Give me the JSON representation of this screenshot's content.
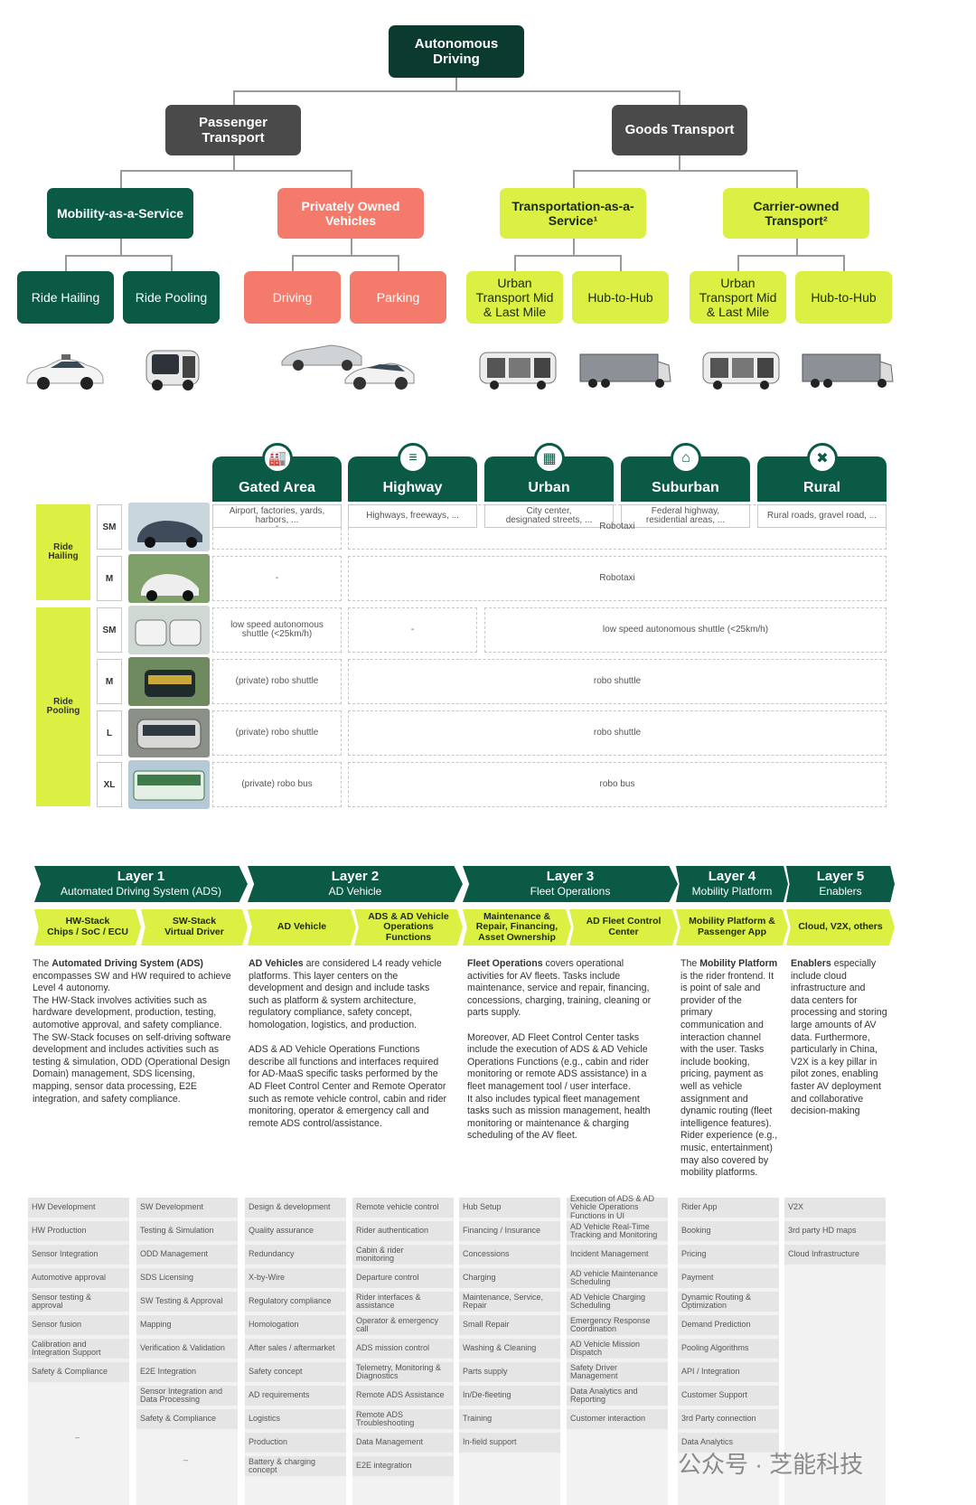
{
  "tree": {
    "root": "Autonomous\nDriving",
    "level1": [
      "Passenger\nTransport",
      "Goods Transport"
    ],
    "level2": [
      "Mobility-as-a-Service",
      "Privately Owned\nVehicles",
      "Transportation-as-a-\nService¹",
      "Carrier-owned\nTransport²"
    ],
    "level3": [
      "Ride Hailing",
      "Ride Pooling",
      "Driving",
      "Parking",
      "Urban\nTransport Mid\n& Last Mile",
      "Hub-to-Hub",
      "Urban\nTransport Mid\n& Last Mile",
      "Hub-to-Hub"
    ]
  },
  "environments": [
    {
      "name": "Gated Area",
      "desc": "Airport, factories, yards,\nharbors, ...",
      "icon": "factory-icon"
    },
    {
      "name": "Highway",
      "desc": "Highways, freeways, ...",
      "icon": "highway-icon"
    },
    {
      "name": "Urban",
      "desc": "City center,\ndesignated streets, ...",
      "icon": "city-icon"
    },
    {
      "name": "Suburban",
      "desc": "Federal highway,\nresidential areas, ...",
      "icon": "houses-icon"
    },
    {
      "name": "Rural",
      "desc": "Rural roads, gravel road, ...",
      "icon": "windmill-icon"
    }
  ],
  "matrix": {
    "ride_hailing_label": "Ride\nHailing",
    "ride_pooling_label": "Ride\nPooling",
    "rows": [
      {
        "size": "SM",
        "gated": "-",
        "rest": "Robotaxi"
      },
      {
        "size": "M",
        "gated": "-",
        "rest": "Robotaxi"
      },
      {
        "size": "SM",
        "gated": "low speed autonomous\nshuttle (<25km/h)",
        "highway": "-",
        "rest": "low speed autonomous shuttle (<25km/h)"
      },
      {
        "size": "M",
        "gated": "(private) robo shuttle",
        "rest": "robo shuttle"
      },
      {
        "size": "L",
        "gated": "(private) robo shuttle",
        "rest": "robo shuttle"
      },
      {
        "size": "XL",
        "gated": "(private) robo bus",
        "rest": "robo bus"
      }
    ]
  },
  "layers": [
    {
      "title": "Layer 1",
      "subtitle": "Automated Driving System (ADS)"
    },
    {
      "title": "Layer 2",
      "subtitle": "AD Vehicle"
    },
    {
      "title": "Layer 3",
      "subtitle": "Fleet Operations"
    },
    {
      "title": "Layer 4",
      "subtitle": "Mobility Platform"
    },
    {
      "title": "Layer 5",
      "subtitle": "Enablers"
    }
  ],
  "sublayers": [
    "HW-Stack\nChips / SoC / ECU",
    "SW-Stack\nVirtual Driver",
    "AD Vehicle",
    "ADS & AD Vehicle\nOperations\nFunctions",
    "Maintenance &\nRepair, Financing,\nAsset Ownership",
    "AD Fleet Control\nCenter",
    "Mobility Platform &\nPassenger App",
    "Cloud, V2X, others"
  ],
  "descriptions": {
    "d1_bold": "Automated Driving System (ADS)",
    "d1_pre": "The ",
    "d1_text": "\nencompasses SW and HW required to achieve\nLevel 4 autonomy.\nThe HW-Stack involves activities such as\nhardware development, production, testing,\nautomotive approval, and safety compliance.\nThe SW-Stack focuses on self-driving software\ndevelopment and includes activities such as\ntesting & simulation, ODD (Operational Design\nDomain) management, SDS licensing,\nmapping, sensor data processing, E2E\nintegration, and safety compliance.",
    "d2_bold": "AD Vehicles",
    "d2_text": " are considered L4 ready vehicle\nplatforms. This layer centers on the\ndevelopment and design and include tasks\nsuch as platform & system architecture,\nregulatory compliance, safety concept,\nhomologation, logistics, and production.\n\nADS & AD Vehicle Operations Functions\ndescribe all functions and interfaces required\nfor AD-MaaS specific tasks performed by the\nAD Fleet Control Center and Remote Operator\nsuch as remote vehicle control, cabin and rider\nmonitoring, operator & emergency call and\nremote ADS control/assistance.",
    "d3_bold": "Fleet Operations",
    "d3_text": " covers operational\nactivities for AV fleets. Tasks include\nmaintenance, service and repair, financing,\nconcessions, charging, training, cleaning or\nparts supply.\n\nMoreover, AD Fleet Control Center tasks\ninclude the execution of ADS & AD Vehicle\nOperations Functions (e.g., cabin and rider\nmonitoring or remote ADS assistance) in a\nfleet management tool / user interface.\nIt also includes typical fleet management\ntasks such as mission management, health\nmonitoring or maintenance & charging\nscheduling of the AV fleet.",
    "d4_pre": "The ",
    "d4_bold": "Mobility Platform",
    "d4_text": "\nis the rider frontend. It\nis point of sale and\nprovider of the\nprimary\ncommunication and\ninteraction channel\nwith the user. Tasks\ninclude booking,\npricing, payment as\nwell as vehicle\nassignment and\ndynamic routing (fleet\nintelligence features).\nRider experience (e.g.,\nmusic, entertainment)\nmay also covered by\nmobility platforms.",
    "d5_bold": "Enablers",
    "d5_text": " especially\ninclude cloud\ninfrastructure and\ndata centers for\nprocessing and storing\nlarge amounts of AV\ndata. Furthermore,\nparticularly in China,\nV2X is a key pillar in\npilot zones, enabling\nfaster AV deployment\nand collaborative\ndecision-making"
  },
  "activities": [
    [
      "HW Development",
      "HW Production",
      "Sensor Integration",
      "Automotive approval",
      "Sensor testing &\napproval",
      "Sensor fusion",
      "Calibration and\nIntegration Support",
      "Safety & Compliance"
    ],
    [
      "SW Development",
      "Testing & Simulation",
      "ODD Management",
      "SDS Licensing",
      "SW Testing & Approval",
      "Mapping",
      "Verification & Validation",
      "E2E Integration",
      "Sensor Integration and\nData Processing",
      "Safety & Compliance"
    ],
    [
      "Design & development",
      "Quality assurance",
      "Redundancy",
      "X-by-Wire",
      "Regulatory compliance",
      "Homologation",
      "After sales / aftermarket",
      "Safety concept",
      "AD requirements",
      "Logistics",
      "Production",
      "Battery & charging\nconcept"
    ],
    [
      "Remote vehicle control",
      "Rider authentication",
      "Cabin & rider\nmonitoring",
      "Departure control",
      "Rider interfaces &\nassistance",
      "Operator & emergency\ncall",
      "ADS mission control",
      "Telemetry, Monitoring &\nDiagnostics",
      "Remote ADS Assistance",
      "Remote ADS\nTroubleshooting",
      "Data Management",
      "E2E integration"
    ],
    [
      "Hub Setup",
      "Financing / Insurance",
      "Concessions",
      "Charging",
      "Maintenance, Service,\nRepair",
      "Small Repair",
      "Washing & Cleaning",
      "Parts supply",
      "In/De-fleeting",
      "Training",
      "In-field support"
    ],
    [
      "Execution of ADS & AD\nVehicle Operations\nFunctions in UI",
      "AD Vehicle Real-Time\nTracking and Monitoring",
      "Incident Management",
      "AD vehicle Maintenance\nScheduling",
      "AD Vehicle Charging\nScheduling",
      "Emergency Response\nCoordination",
      "AD Vehicle Mission\nDispatch",
      "Safety Driver\nManagement",
      "Data Analytics and\nReporting",
      "Customer interaction"
    ],
    [
      "Rider App",
      "Booking",
      "Pricing",
      "Payment",
      "Dynamic Routing &\nOptimization",
      "Demand Prediction",
      "Pooling Algorithms",
      "API / Integration",
      "Customer Support",
      "3rd Party connection",
      "Data Analytics"
    ],
    [
      "V2X",
      "3rd party HD maps",
      "Cloud Infrastructure"
    ]
  ],
  "dash": "–",
  "watermark": "公众号 · 芝能科技",
  "colors": {
    "dark_green": "#0b3a2f",
    "green": "#0a5a46",
    "gray": "#4a4a4a",
    "salmon": "#f47b6b",
    "lime": "#dbf043"
  }
}
